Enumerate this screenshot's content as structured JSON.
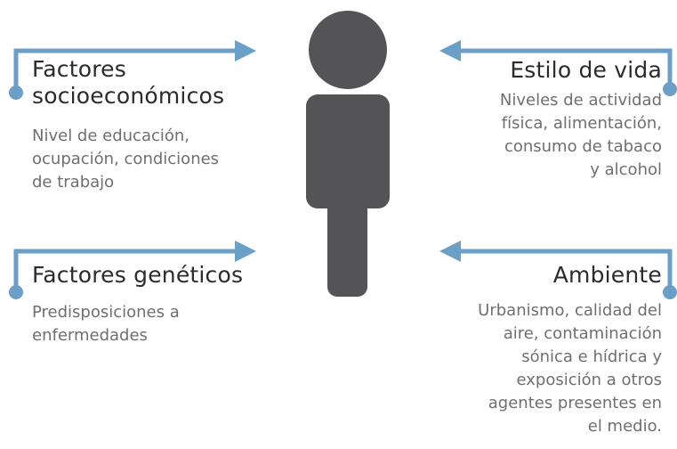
{
  "colors": {
    "connector": "#6a9fc7",
    "person": "#545456",
    "title_text": "#2b2b2b",
    "desc_text": "#6f6f6f"
  },
  "icons": {
    "person": "person-silhouette-icon"
  },
  "factors": {
    "socioeconomic": {
      "title_lines": [
        "Factores",
        "socioeconómicos"
      ],
      "desc_lines": [
        "Nivel de educación,",
        "ocupación, condiciones",
        "de trabajo"
      ]
    },
    "genetic": {
      "title_lines": [
        "Factores genéticos"
      ],
      "desc_lines": [
        "Predisposiciones a",
        "enfermedades"
      ]
    },
    "lifestyle": {
      "title_lines": [
        "Estilo de vida"
      ],
      "desc_lines": [
        "Niveles de actividad",
        "física, alimentación,",
        "consumo de tabaco",
        "y alcohol"
      ]
    },
    "environment": {
      "title_lines": [
        "Ambiente"
      ],
      "desc_lines": [
        "Urbanismo, calidad del",
        "aire, contaminación",
        "sónica e hídrica y",
        "exposición a otros",
        "agentes presentes en",
        "el medio."
      ]
    }
  }
}
